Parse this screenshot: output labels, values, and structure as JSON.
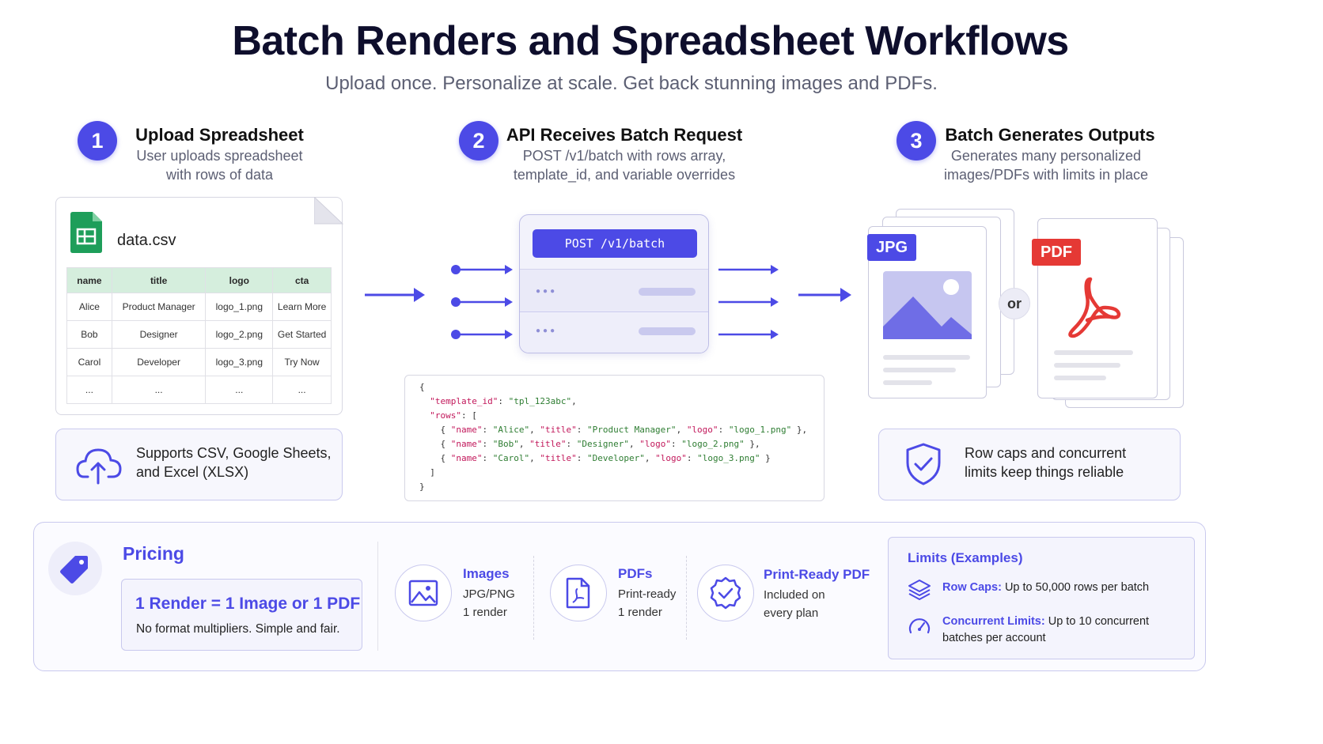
{
  "header": {
    "title": "Batch Renders and Spreadsheet Workflows",
    "subtitle": "Upload once. Personalize at scale. Get back stunning images and PDFs."
  },
  "steps": [
    {
      "num": "1",
      "title": "Upload Spreadsheet",
      "desc1": "User uploads spreadsheet",
      "desc2": "with rows of data"
    },
    {
      "num": "2",
      "title": "API Receives Batch Request",
      "desc1": "POST /v1/batch with rows array,",
      "desc2": "template_id, and variable overrides"
    },
    {
      "num": "3",
      "title": "Batch Generates Outputs",
      "desc1": "Generates many personalized",
      "desc2": "images/PDFs with limits in place"
    }
  ],
  "spreadsheet": {
    "filename": "data.csv",
    "columns": [
      "name",
      "title",
      "logo",
      "cta"
    ],
    "rows": [
      [
        "Alice",
        "Product Manager",
        "logo_1.png",
        "Learn More"
      ],
      [
        "Bob",
        "Designer",
        "logo_2.png",
        "Get Started"
      ],
      [
        "Carol",
        "Developer",
        "logo_3.png",
        "Try Now"
      ],
      [
        "...",
        "...",
        "...",
        "..."
      ]
    ]
  },
  "formats_note": {
    "line1": "Supports CSV, Google Sheets,",
    "line2": "and Excel (XLSX)"
  },
  "api": {
    "button": "POST  /v1/batch",
    "code": {
      "open": "{",
      "template_key": "\"template_id\"",
      "template_val": "\"tpl_123abc\"",
      "rows_key": "\"rows\"",
      "rows": [
        {
          "name": "\"Alice\"",
          "title": "\"Product Manager\"",
          "logo": "\"logo_1.png\""
        },
        {
          "name": "\"Bob\"",
          "title": "\"Designer\"",
          "logo": "\"logo_2.png\""
        },
        {
          "name": "\"Carol\"",
          "title": "\"Developer\"",
          "logo": "\"logo_3.png\""
        }
      ],
      "name_key": "\"name\"",
      "title_key": "\"title\"",
      "logo_key": "\"logo\"",
      "close_rows": "]",
      "close": "}"
    }
  },
  "outputs": {
    "jpg": "JPG",
    "pdf": "PDF",
    "or": "or"
  },
  "limits_note": {
    "line1": "Row caps and concurrent",
    "line2": "limits keep things reliable"
  },
  "pricing": {
    "heading": "Pricing",
    "formula": "1 Render = 1 Image or 1 PDF",
    "formula_note": "No format multipliers. Simple and fair.",
    "items": [
      {
        "title": "Images",
        "line1": "JPG/PNG",
        "line2": "1 render"
      },
      {
        "title": "PDFs",
        "line1": "Print-ready",
        "line2": "1 render"
      },
      {
        "title": "Print-Ready PDF",
        "line1": "Included on",
        "line2": "every plan"
      }
    ],
    "limits": {
      "heading": "Limits (Examples)",
      "row_caps_label": "Row Caps:",
      "row_caps_text": " Up to 50,000 rows per batch",
      "concurrent_label": "Concurrent Limits:",
      "concurrent_text": " Up to 10 concurrent",
      "concurrent_text2": "batches per account"
    }
  },
  "colors": {
    "accent": "#4c4ae6",
    "pdf_red": "#e53935",
    "sheet_green": "#1e9e5a"
  }
}
